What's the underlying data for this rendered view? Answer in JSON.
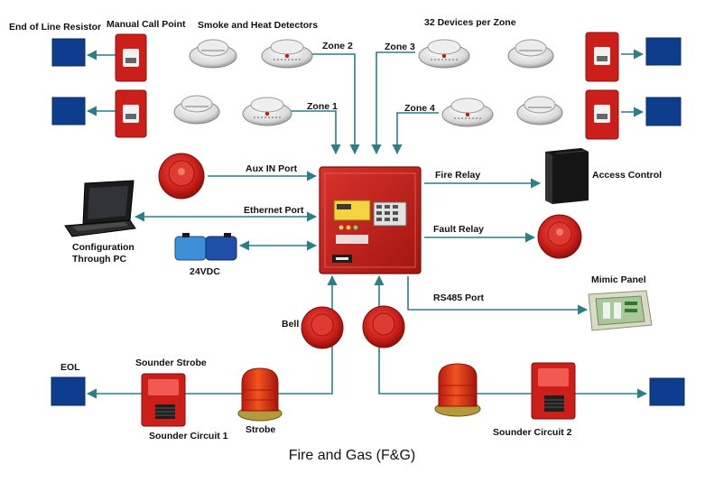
{
  "labels": {
    "eol_resistor": "End of Line Resistor",
    "manual_call_point": "Manual Call Point",
    "smoke_heat": "Smoke and Heat Detectors",
    "devices_per_zone": "32 Devices per Zone",
    "zone1": "Zone 1",
    "zone2": "Zone 2",
    "zone3": "Zone 3",
    "zone4": "Zone 4",
    "aux_in": "Aux IN Port",
    "ethernet": "Ethernet Port",
    "fire_relay": "Fire Relay",
    "access_control": "Access Control",
    "fault_relay": "Fault Relay",
    "config_line1": "Configuration",
    "config_line2": "Through PC",
    "vdc": "24VDC",
    "rs485": "RS485 Port",
    "mimic_panel": "Mimic Panel",
    "bell": "Bell",
    "eol": "EOL",
    "sounder_strobe": "Sounder Strobe",
    "sounder_circuit1": "Sounder Circuit 1",
    "strobe": "Strobe",
    "sounder_circuit2": "Sounder Circuit 2"
  },
  "caption": "Fire and Gas (F&G)",
  "colors": {
    "wire": "#2d7f86",
    "eol_blue": "#0d3d8c",
    "device_red": "#cc1f1a",
    "panel_red": "#c0201b"
  }
}
